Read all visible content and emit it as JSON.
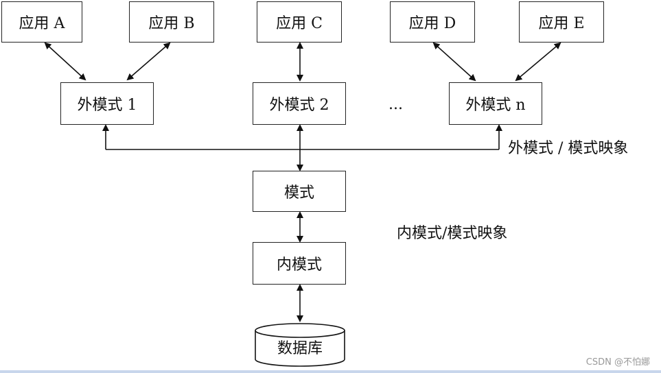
{
  "apps": [
    "应用 A",
    "应用 B",
    "应用 C",
    "应用 D",
    "应用 E"
  ],
  "external_schemas": [
    "外模式 1",
    "外模式 2",
    "外模式 n"
  ],
  "ellipsis": "...",
  "external_mapping_label": "外模式 / 模式映象",
  "schema": "模式",
  "internal_mapping_label": "内模式/模式映象",
  "internal_schema": "内模式",
  "database": "数据库",
  "watermark": "CSDN @不怕娜"
}
